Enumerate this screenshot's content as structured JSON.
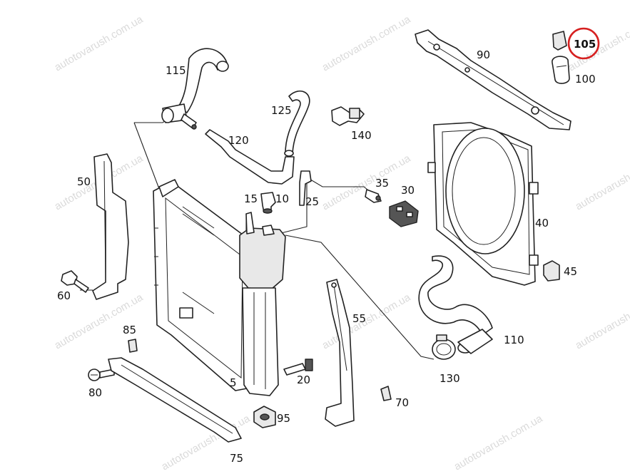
{
  "diagram": {
    "labels": {
      "l115": "115",
      "l125": "125",
      "l120": "120",
      "l140": "140",
      "l90": "90",
      "l105": "105",
      "l100": "100",
      "l50": "50",
      "l15": "15",
      "l10": "10",
      "l25": "25",
      "l35": "35",
      "l30": "30",
      "l40": "40",
      "l45": "45",
      "l60": "60",
      "l55": "55",
      "l110": "110",
      "l85": "85",
      "l130": "130",
      "l5": "5",
      "l20": "20",
      "l80": "80",
      "l70": "70",
      "l95": "95",
      "l75": "75"
    },
    "highlight": {
      "label": "105",
      "color": "#d62020"
    },
    "watermark": "autotovarush.com.ua"
  }
}
